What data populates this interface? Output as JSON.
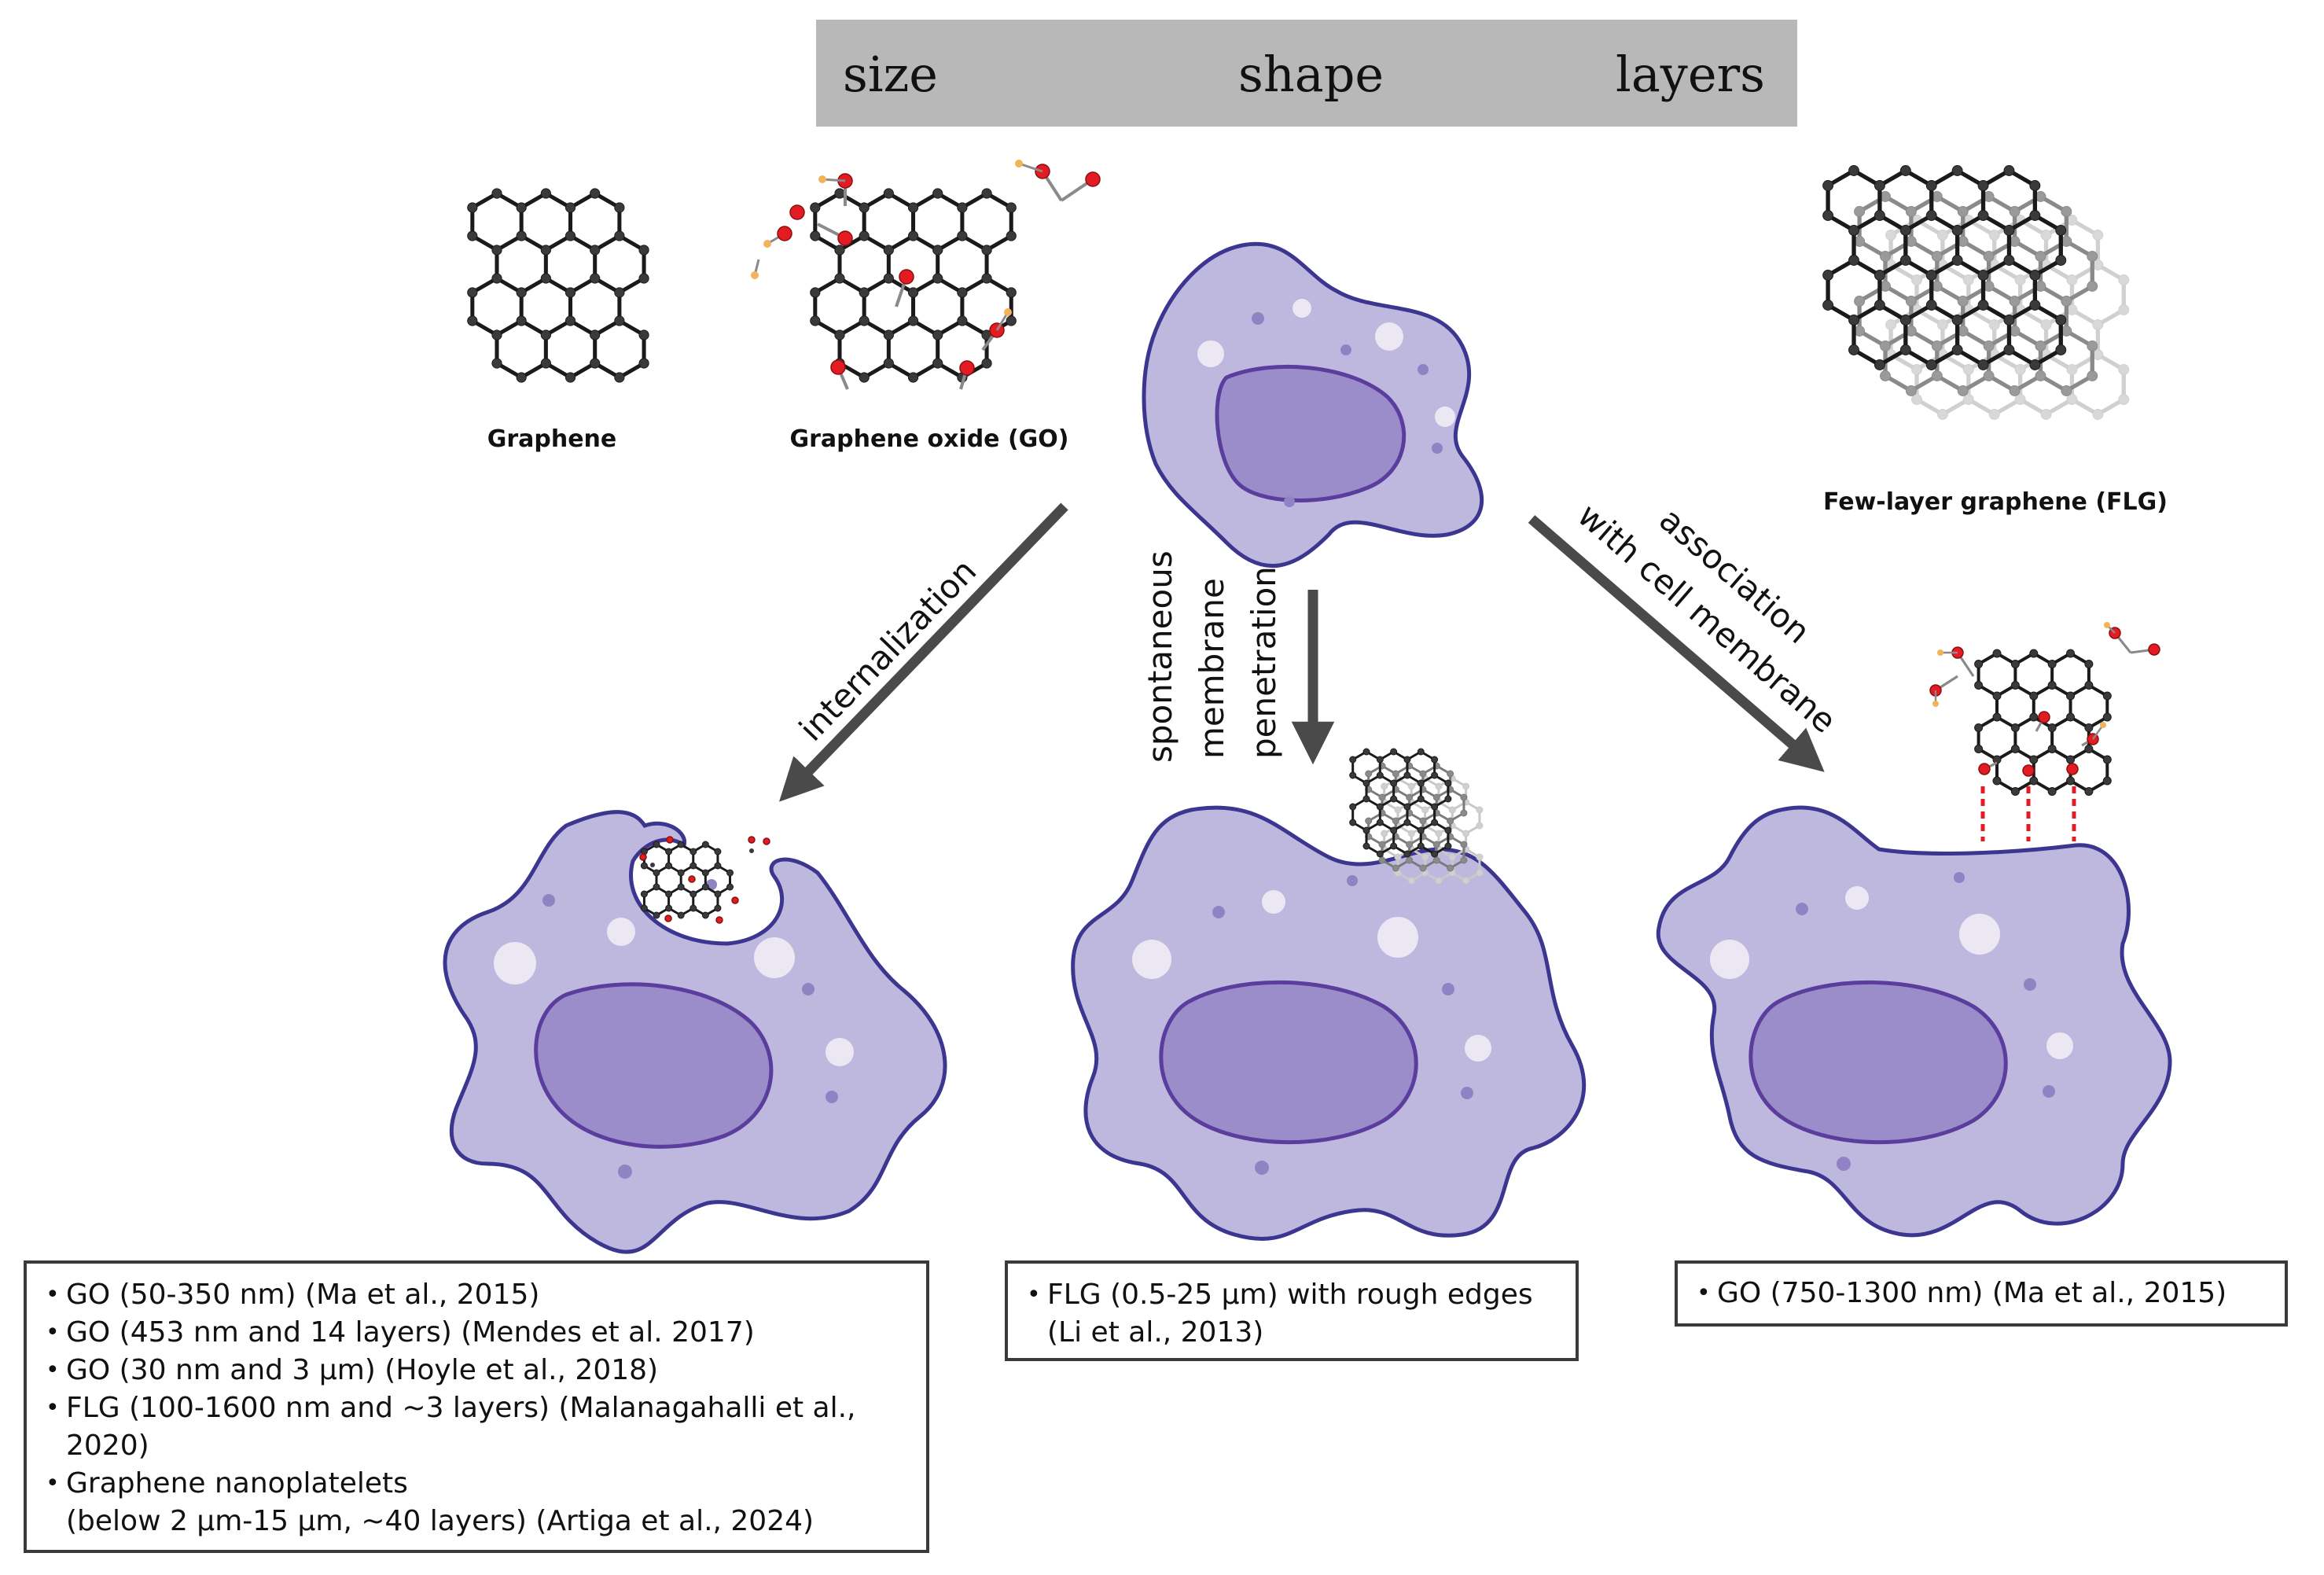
{
  "header": {
    "labels": [
      "size",
      "shape",
      "layers"
    ],
    "color": "#b8b8b8"
  },
  "molecules": {
    "graphene": "Graphene",
    "graphene_oxide": "Graphene oxide (GO)",
    "few_layer": "Few-layer graphene (FLG)"
  },
  "pathways": {
    "internalization": "internalization",
    "penetration": [
      "spontaneous",
      "membrane",
      "penetration"
    ],
    "association": [
      "association",
      "with cell membrane"
    ]
  },
  "boxes": {
    "internalization": [
      [
        "GO (50-350 nm) (Ma et al., 2015)"
      ],
      [
        "GO (453 nm and 14 layers) (Mendes et al. 2017)"
      ],
      [
        "GO (30 nm and 3 μm) (Hoyle et al., 2018)"
      ],
      [
        "FLG (100-1600 nm and ~3 layers) (Malanagahalli et al.,",
        "2020)"
      ],
      [
        "Graphene nanoplatelets",
        "(below 2 μm-15 μm, ~40 layers) (Artiga et al., 2024)"
      ]
    ],
    "penetration": [
      [
        "FLG (0.5-25 μm) with rough edges",
        "(Li et al., 2013)"
      ]
    ],
    "association": [
      [
        "GO (750-1300 nm) (Ma et al., 2015)"
      ]
    ]
  },
  "colors": {
    "cell_fill": "#bfb8de",
    "cell_stroke": "#3c3690",
    "nucleus_fill": "#9a8dc9",
    "nucleus_stroke": "#5a3d9c",
    "arrow": "#4a4a4a",
    "oxygen": "#e31b23",
    "hydrogen": "#f2b35a"
  }
}
